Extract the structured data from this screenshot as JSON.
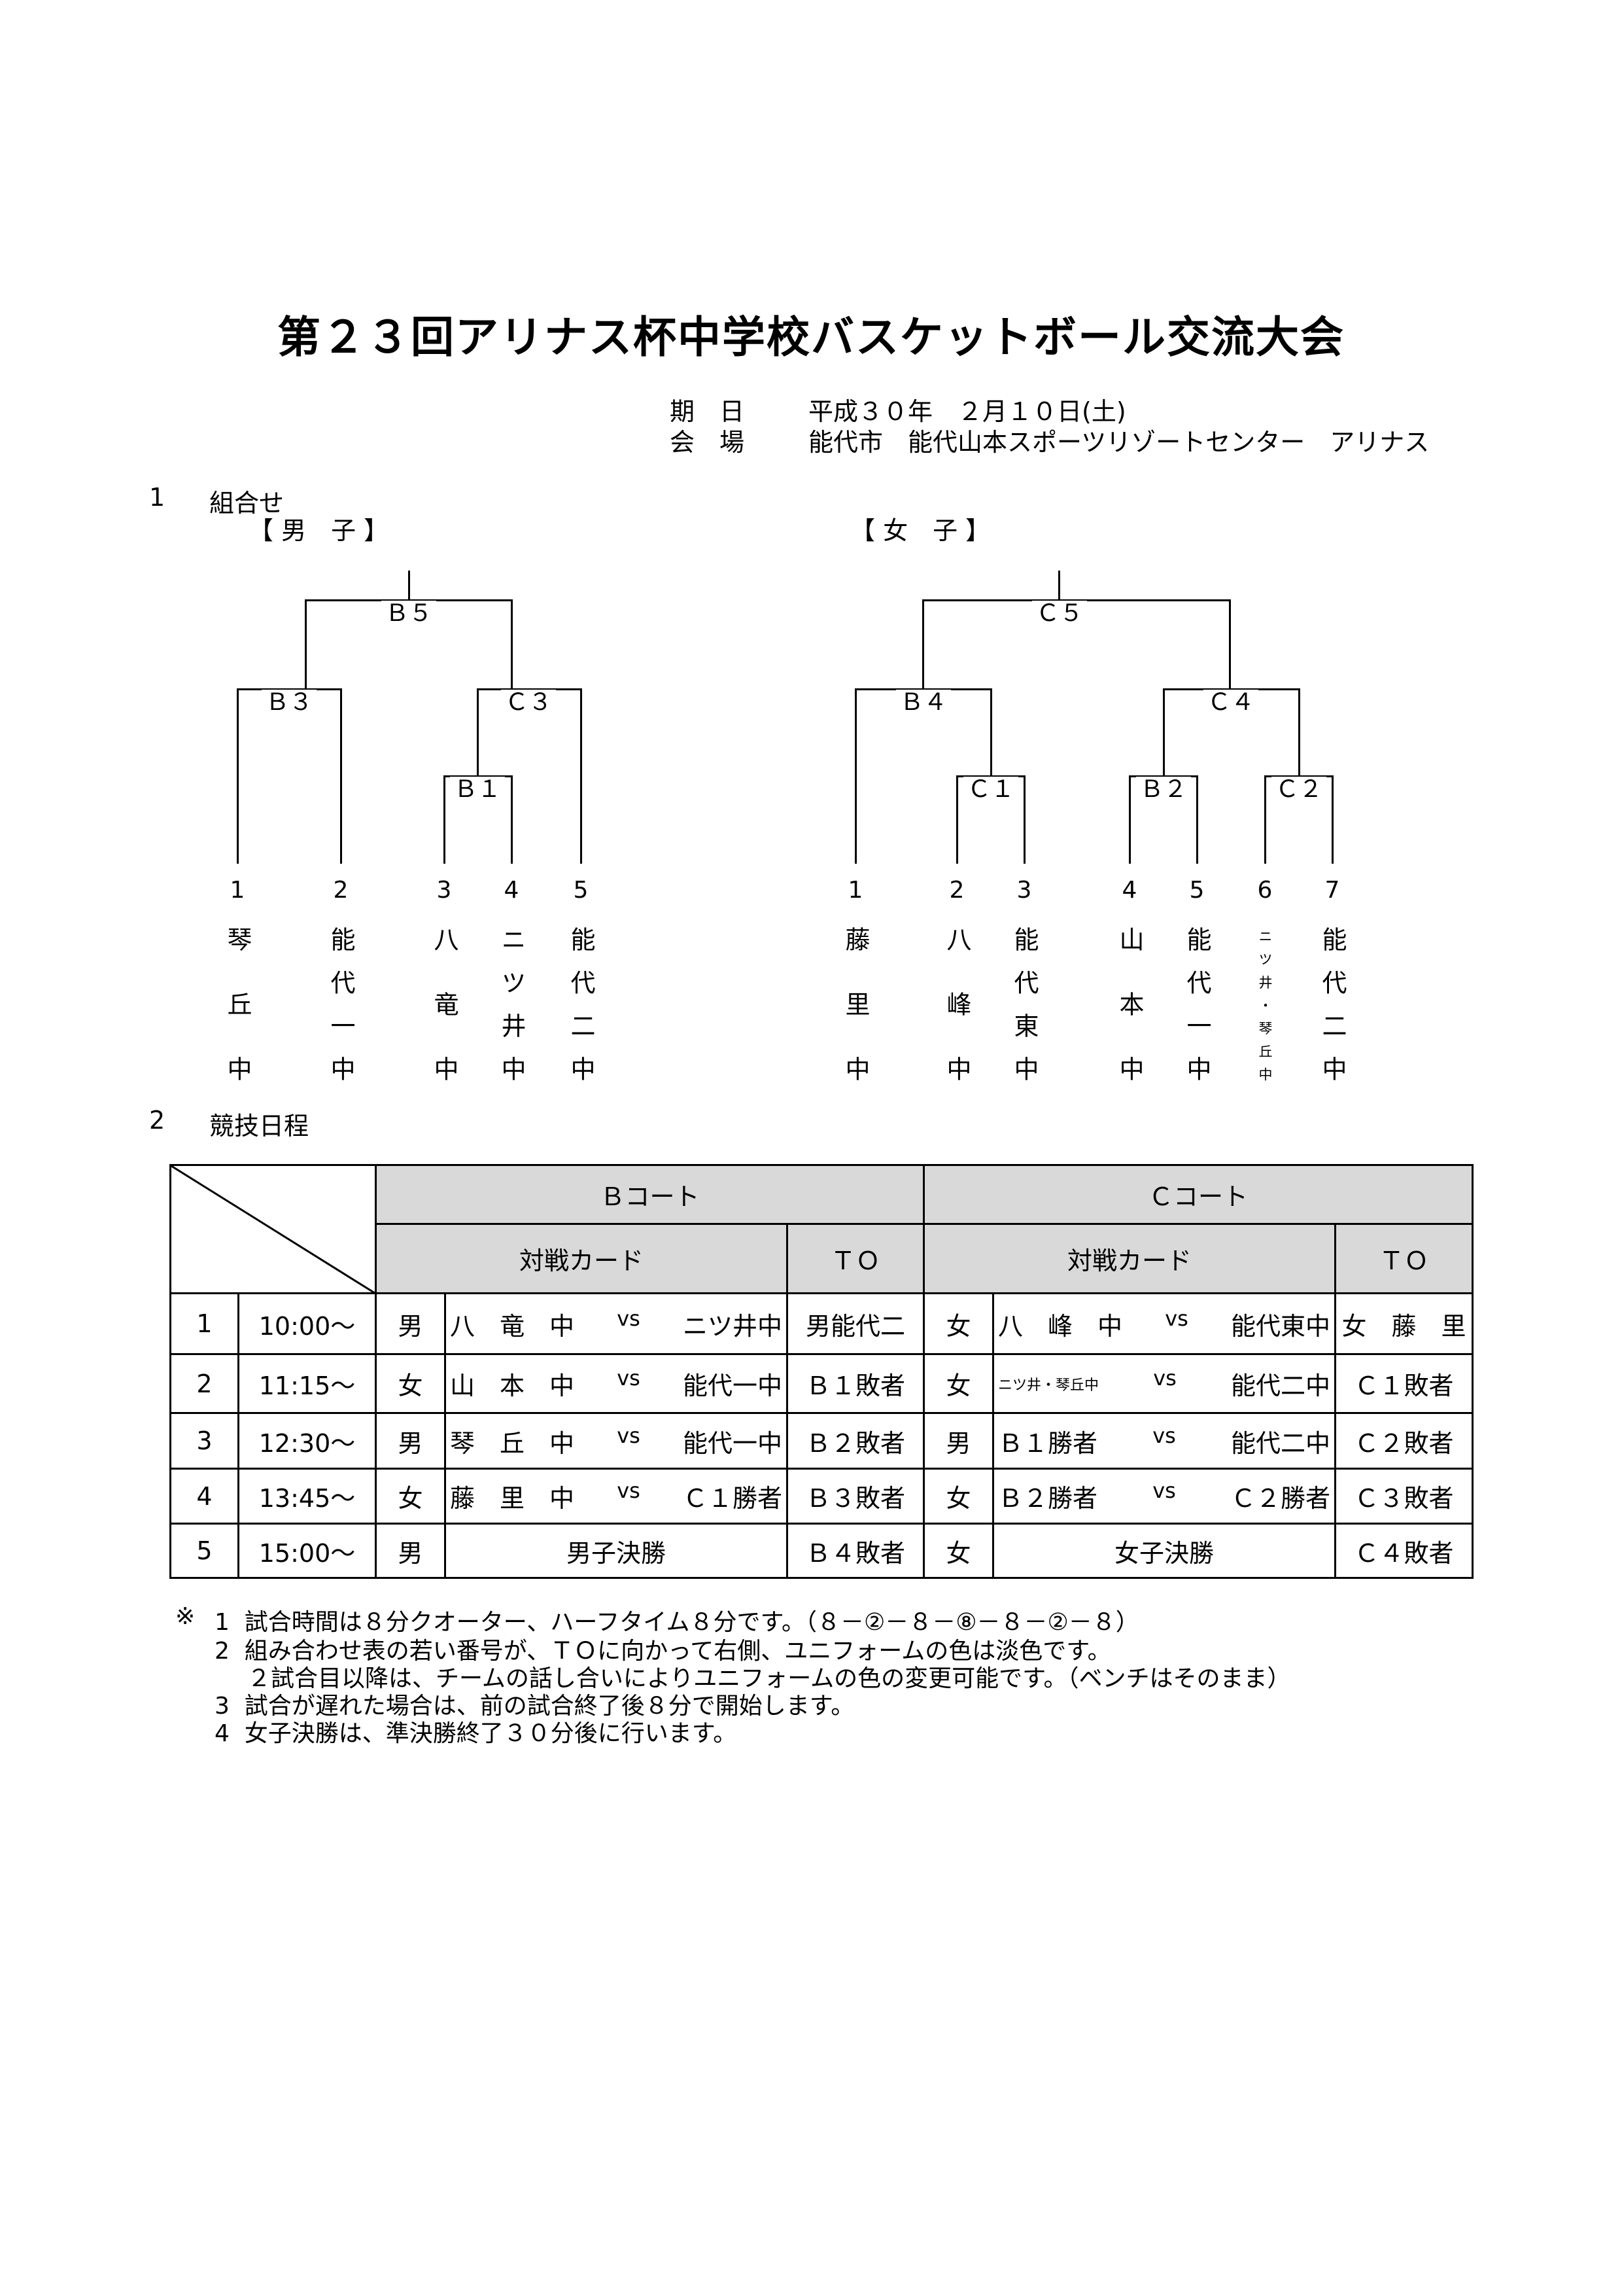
{
  "title": "第２３回アリナス杯中学校バスケットボール交流大会",
  "info": {
    "date_label": "期　日",
    "date_value": "平成３０年　２月１０日(土)",
    "venue_label": "会　場",
    "venue_value": "能代市　能代山本スポーツリゾートセンター　アリナス"
  },
  "section1": {
    "number": "1",
    "label": "組合せ"
  },
  "boys": {
    "heading": "【 男　子 】",
    "final": "Ｂ５",
    "semis": [
      "Ｂ３",
      "Ｃ３"
    ],
    "first": "Ｂ１",
    "teams": [
      {
        "no": "1",
        "name": "琴丘中"
      },
      {
        "no": "2",
        "name": "能代一中"
      },
      {
        "no": "3",
        "name": "八竜中"
      },
      {
        "no": "4",
        "name": "ニツ井中"
      },
      {
        "no": "5",
        "name": "能代二中"
      }
    ]
  },
  "girls": {
    "heading": "【 女　子 】",
    "final": "Ｃ５",
    "semis": [
      "Ｂ４",
      "Ｃ４"
    ],
    "firsts": [
      "Ｃ１",
      "Ｂ２",
      "Ｃ２"
    ],
    "teams": [
      {
        "no": "1",
        "name": "藤里中"
      },
      {
        "no": "2",
        "name": "八峰中"
      },
      {
        "no": "3",
        "name": "能代東中"
      },
      {
        "no": "4",
        "name": "山本中"
      },
      {
        "no": "5",
        "name": "能代一中"
      },
      {
        "no": "6",
        "name": "ニツ井・琴丘中"
      },
      {
        "no": "7",
        "name": "能代二中"
      }
    ]
  },
  "section2": {
    "number": "2",
    "label": "競技日程"
  },
  "schedule": {
    "courts": [
      "Ｂコート",
      "Ｃコート"
    ],
    "col_card": "対戦カード",
    "col_to": "ＴＯ",
    "rows": [
      {
        "no": "1",
        "time": "10:00〜",
        "b_sex": "男",
        "b_home": "八　竜　中",
        "b_vs": "vs",
        "b_away": "ニツ井中",
        "b_to": "男能代二",
        "c_sex": "女",
        "c_home": "八　峰　中",
        "c_vs": "vs",
        "c_away": "能代東中",
        "c_to": "女　藤　里"
      },
      {
        "no": "2",
        "time": "11:15〜",
        "b_sex": "女",
        "b_home": "山　本　中",
        "b_vs": "vs",
        "b_away": "能代一中",
        "b_to": "Ｂ１敗者",
        "c_sex": "女",
        "c_home": "ニツ井・琴丘中",
        "c_vs": "vs",
        "c_away": "能代二中",
        "c_to": "Ｃ１敗者"
      },
      {
        "no": "3",
        "time": "12:30〜",
        "b_sex": "男",
        "b_home": "琴　丘　中",
        "b_vs": "vs",
        "b_away": "能代一中",
        "b_to": "Ｂ２敗者",
        "c_sex": "男",
        "c_home": "Ｂ１勝者",
        "c_vs": "vs",
        "c_away": "能代二中",
        "c_to": "Ｃ２敗者"
      },
      {
        "no": "4",
        "time": "13:45〜",
        "b_sex": "女",
        "b_home": "藤　里　中",
        "b_vs": "vs",
        "b_away": "Ｃ１勝者",
        "b_to": "Ｂ３敗者",
        "c_sex": "女",
        "c_home": "Ｂ２勝者",
        "c_vs": "vs",
        "c_away": "Ｃ２勝者",
        "c_to": "Ｃ３敗者"
      }
    ],
    "final_row": {
      "no": "5",
      "time": "15:00〜",
      "b_sex": "男",
      "b_card": "男子決勝",
      "b_to": "Ｂ４敗者",
      "c_sex": "女",
      "c_card": "女子決勝",
      "c_to": "Ｃ４敗者"
    }
  },
  "notes": {
    "mark": "※",
    "items": [
      "1  試合時間は８分クオーター、ハーフタイム８分です。（８－②－８－⑧－８－②－８）",
      "2  組み合わせ表の若い番号が、ＴＯに向かって右側、ユニフォームの色は淡色です。",
      "２試合目以降は、チームの話し合いによりユニフォームの色の変更可能です。（ベンチはそのまま）",
      "3  試合が遅れた場合は、前の試合終了後８分で開始します。",
      "4  女子決勝は、準決勝終了３０分後に行います。"
    ]
  }
}
